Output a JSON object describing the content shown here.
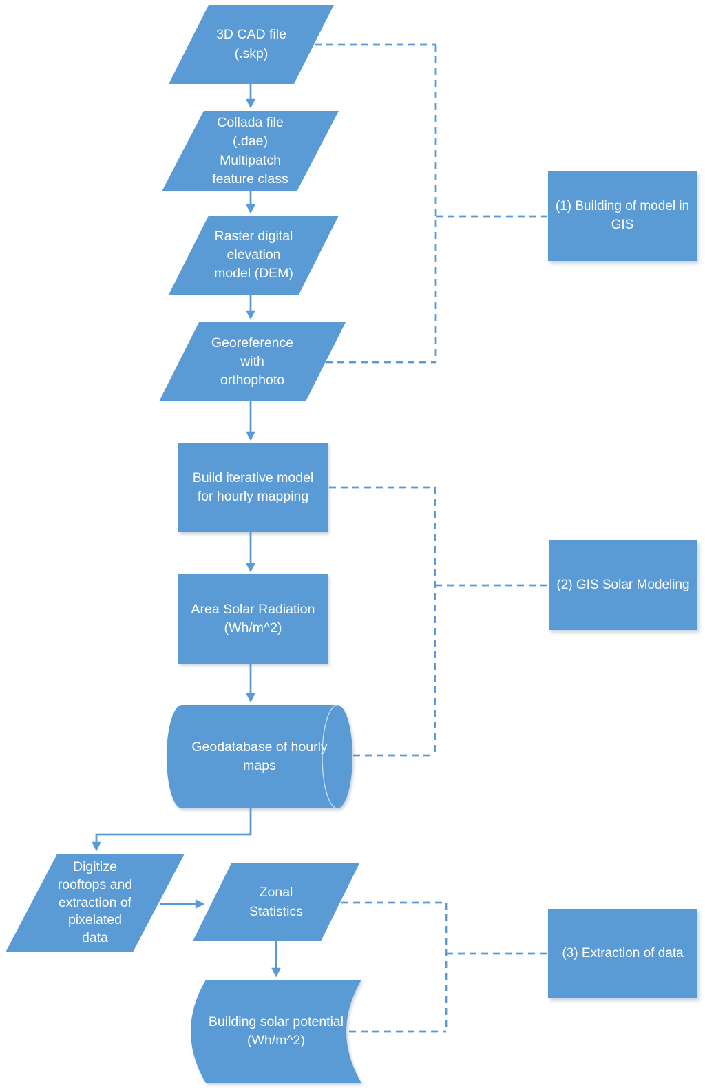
{
  "palette": {
    "shape_fill": "#5b9bd5",
    "connector": "#5b9bd5",
    "label_text": "#ffffff"
  },
  "nodes": {
    "cad": {
      "shape": "parallelogram",
      "label": "3D CAD file\n(.skp)"
    },
    "collada": {
      "shape": "parallelogram",
      "label": "Collada file\n(.dae)\nMultipatch\nfeature class"
    },
    "dem": {
      "shape": "parallelogram",
      "label": "Raster digital\nelevation\nmodel (DEM)"
    },
    "georef": {
      "shape": "parallelogram",
      "label": "Georeference\nwith\northophoto"
    },
    "iterative": {
      "shape": "rectangle",
      "label": "Build iterative model\nfor hourly mapping"
    },
    "asr": {
      "shape": "rectangle",
      "label": "Area Solar Radiation\n(Wh/m^2)"
    },
    "geodb": {
      "shape": "cylinder",
      "label": "Geodatabase of hourly\nmaps"
    },
    "digitize": {
      "shape": "parallelogram",
      "label": "Digitize\nrooftops and\nextraction of\npixelated\ndata"
    },
    "zonal": {
      "shape": "parallelogram",
      "label": "Zonal\nStatistics"
    },
    "bsp": {
      "shape": "stored-data",
      "label": "Building solar potential\n(Wh/m^2)"
    }
  },
  "groups": {
    "g1": {
      "label": "(1) Building of model in\nGIS"
    },
    "g2": {
      "label": "(2) GIS Solar Modeling"
    },
    "g3": {
      "label": "(3) Extraction of data"
    }
  },
  "edges": [
    {
      "from": "cad",
      "to": "collada",
      "type": "arrow"
    },
    {
      "from": "collada",
      "to": "dem",
      "type": "arrow"
    },
    {
      "from": "dem",
      "to": "georef",
      "type": "arrow"
    },
    {
      "from": "georef",
      "to": "iterative",
      "type": "arrow"
    },
    {
      "from": "iterative",
      "to": "asr",
      "type": "arrow"
    },
    {
      "from": "asr",
      "to": "geodb",
      "type": "arrow"
    },
    {
      "from": "geodb",
      "to": "digitize",
      "type": "elbow-arrow"
    },
    {
      "from": "digitize",
      "to": "zonal",
      "type": "arrow"
    },
    {
      "from": "zonal",
      "to": "bsp",
      "type": "arrow"
    },
    {
      "members": [
        "cad",
        "georef"
      ],
      "to": "g1",
      "type": "dashed-bracket"
    },
    {
      "members": [
        "iterative",
        "geodb"
      ],
      "to": "g2",
      "type": "dashed-bracket"
    },
    {
      "members": [
        "zonal",
        "bsp"
      ],
      "to": "g3",
      "type": "dashed-bracket"
    }
  ]
}
